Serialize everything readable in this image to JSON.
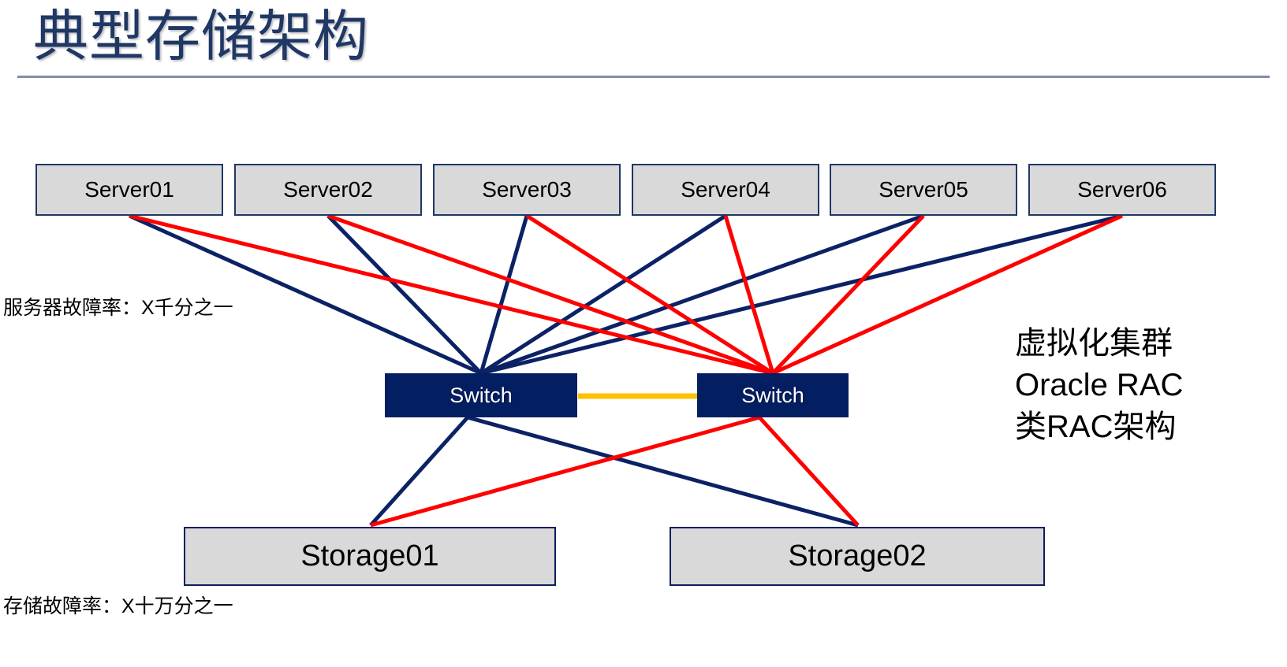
{
  "slide": {
    "title": "典型存储架构",
    "title_color": "#1F3864",
    "rule_color": "#7F8FA6",
    "background": "#FFFFFF"
  },
  "palette": {
    "server_fill": "#D9D9D9",
    "server_border": "#1F3864",
    "switch_fill": "#041E62",
    "switch_text": "#FFFFFF",
    "storage_fill": "#D9D9D9",
    "storage_border": "#0B1F5E",
    "link_primary": "#0B2265",
    "link_secondary": "#FF0000",
    "interconnect": "#FFC000"
  },
  "servers": [
    {
      "label": "Server01"
    },
    {
      "label": "Server02"
    },
    {
      "label": "Server03"
    },
    {
      "label": "Server04"
    },
    {
      "label": "Server05"
    },
    {
      "label": "Server06"
    }
  ],
  "switches": [
    {
      "label": "Switch"
    },
    {
      "label": "Switch"
    }
  ],
  "storages": [
    {
      "label": "Storage01"
    },
    {
      "label": "Storage02"
    }
  ],
  "notes": {
    "server_failure_rate": "服务器故障率：X千分之一",
    "storage_failure_rate": "存储故障率：X十万分之一"
  },
  "right_annotations": [
    "虚拟化集群",
    "Oracle RAC",
    "类RAC架构"
  ]
}
